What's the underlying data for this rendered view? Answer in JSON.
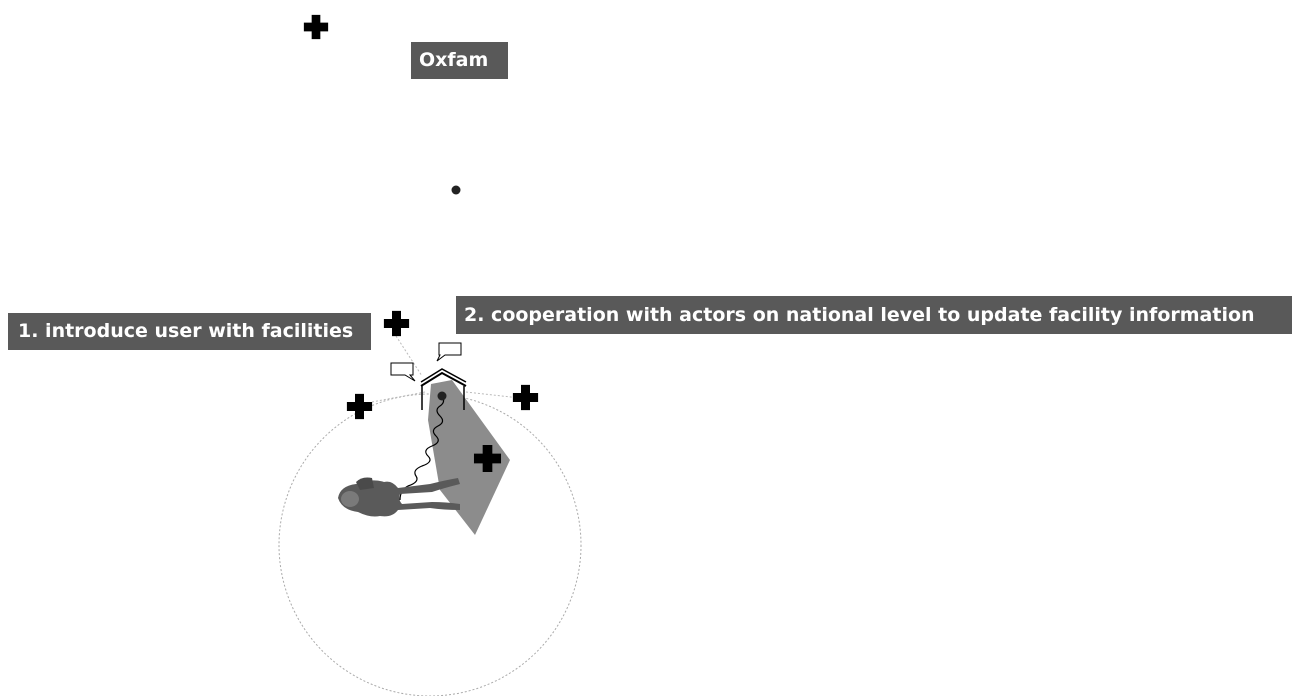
{
  "labels": {
    "oxfam": "Oxfam",
    "step1": "1. introduce user with facilities",
    "step2": "2. cooperation with actors on national level to update facility information"
  },
  "colors": {
    "label_background": "#595959",
    "label_text": "#ffffff",
    "cross": "#000000",
    "cone": "#8c8c8c",
    "person": "#5a5a5a"
  },
  "icons": {
    "facility": "medical-cross-icon",
    "node": "dot-icon",
    "message": "speech-bubble-icon",
    "building": "house-icon",
    "user": "person-figure"
  }
}
